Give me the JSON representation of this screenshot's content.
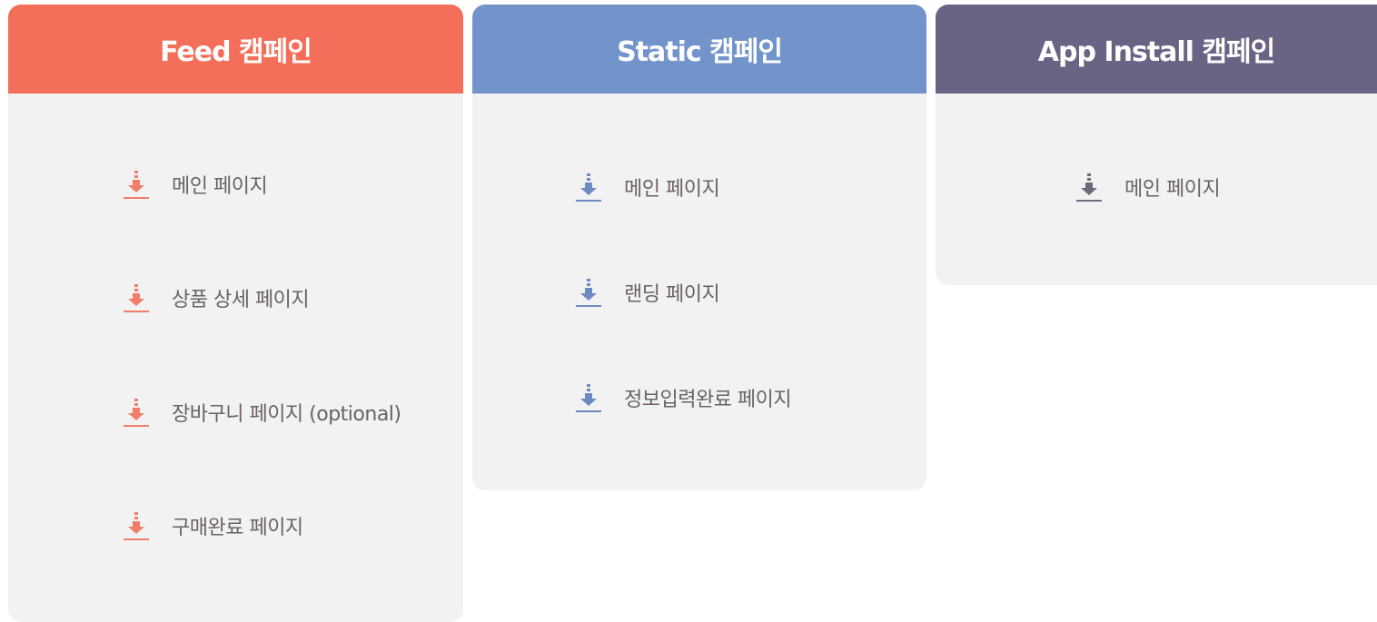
{
  "cards": [
    {
      "title": "Feed 캠페인",
      "color": "#f46f5a",
      "items": [
        {
          "label": "메인 페이지",
          "icon": "download-arrow-icon"
        },
        {
          "label": "상품 상세 페이지",
          "icon": "download-arrow-icon"
        },
        {
          "label": "장바구니 페이지 (optional)",
          "icon": "download-arrow-icon"
        },
        {
          "label": "구매완료 페이지",
          "icon": "download-arrow-icon"
        }
      ]
    },
    {
      "title": "Static 캠페인",
      "color": "#7294cb",
      "items": [
        {
          "label": "메인 페이지",
          "icon": "download-arrow-icon"
        },
        {
          "label": "랜딩 페이지",
          "icon": "download-arrow-icon"
        },
        {
          "label": "정보입력완료 페이지",
          "icon": "download-arrow-icon"
        }
      ]
    },
    {
      "title": "App Install 캠페인",
      "color": "#6b6384",
      "items": [
        {
          "label": "메인 페이지",
          "icon": "download-arrow-icon"
        }
      ]
    }
  ],
  "colors": {
    "card_body": "#f2f2f2",
    "item_text": "#6b6262"
  }
}
